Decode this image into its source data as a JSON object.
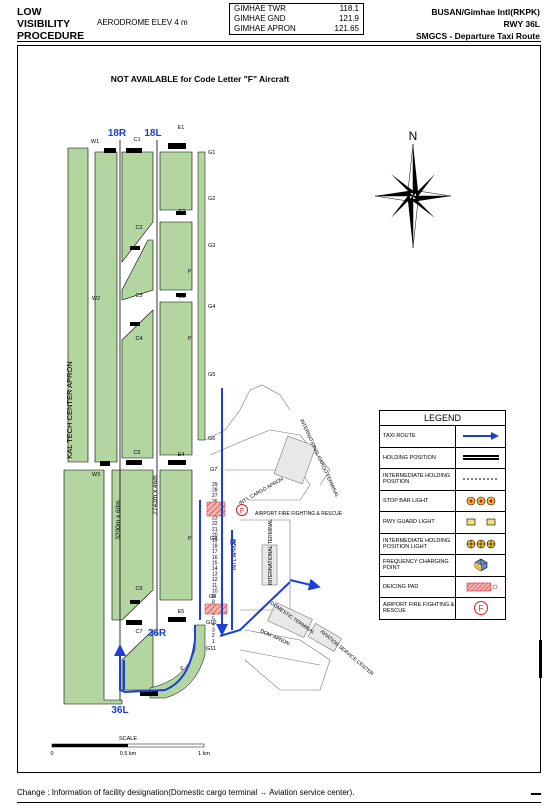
{
  "header": {
    "lvp_line1": "LOW",
    "lvp_line2": "VISIBILITY",
    "lvp_line3": "PROCEDURE",
    "elevation": "AERODROME ELEV 4 m",
    "frequencies": [
      {
        "station": "GIMHAE TWR",
        "freq": "118.1"
      },
      {
        "station": "GIMHAE GND",
        "freq": "121.9"
      },
      {
        "station": "GIMHAE APRON",
        "freq": "121.65"
      }
    ],
    "airport": "BUSAN/Gimhae Intl(RKPK)",
    "runway": "RWY 36L",
    "chart_name": "SMGCS - Departure Taxi Route"
  },
  "notice": "NOT AVAILABLE for Code Letter \"F\" Aircraft",
  "runways": {
    "r18r": "18R",
    "r18l": "18L",
    "r36r": "36R",
    "r36l": "36L"
  },
  "runway_dims": {
    "left": "3200m x 60m",
    "right": "2743m x 46m"
  },
  "apron_kal": "KAL TECH CENTER APRON",
  "taxiways_west": [
    "W1",
    "W2",
    "W3"
  ],
  "taxiways_centre": [
    "C1",
    "C2",
    "C3",
    "C4",
    "C5",
    "C6",
    "C7"
  ],
  "taxiways_east": [
    "E1",
    "E2",
    "E3",
    "E4",
    "E5"
  ],
  "taxiways_g": [
    "G1",
    "G2",
    "G3",
    "G4",
    "G5",
    "G6",
    "G7",
    "G8",
    "G9",
    "G10",
    "G11"
  ],
  "taxiway_misc": {
    "p": "P",
    "r": "R",
    "s": "S"
  },
  "buildings": {
    "intl_cargo_terminal": "INTERNATIONAL CARGO TERMINAL",
    "intl_cargo_apron": "INT'L CARGO APRON",
    "fire_station": "AIRPORT FIRE FIGHTING & RESCUE",
    "intl_terminal": "INTERNATIONAL TERMINAL",
    "intl_apron": "INT'L APRON",
    "domestic_terminal": "DOMESTIC TERMINAL",
    "dom_apron": "DOM' APRON",
    "aviation_center": "AVIATION SERVICE CENTER"
  },
  "stands_labels": [
    "29",
    "28",
    "27",
    "26",
    "25",
    "24",
    "23",
    "22",
    "21",
    "20",
    "19",
    "18",
    "17",
    "16",
    "15",
    "14",
    "13",
    "12",
    "11",
    "10",
    "9",
    "8",
    "7",
    "6",
    "5",
    "4",
    "3",
    "2",
    "1"
  ],
  "compass_n": "N",
  "scale": {
    "title": "SCALE",
    "t0": "0",
    "t1": "0.5 km",
    "t2": "1 km"
  },
  "legend": {
    "title": "LEGEND",
    "items": [
      {
        "label": "TAXI ROUTE",
        "symbol": "arrow"
      },
      {
        "label": "HOLDING POSITION",
        "symbol": "holding"
      },
      {
        "label": "INTERMEDIATE HOLDING POSITION",
        "symbol": "intermediate"
      },
      {
        "label": "STOP BAR LIGHT",
        "symbol": "stopbar"
      },
      {
        "label": "RWY GUARD LIGHT",
        "symbol": "guard"
      },
      {
        "label": "INTERMEDIATE HOLDING POSITION LIGHT",
        "symbol": "ihpl"
      },
      {
        "label": "FREQUENCY CHARGING POINT",
        "symbol": "freq"
      },
      {
        "label": "DEICING PAD",
        "symbol": "deicing"
      },
      {
        "label": "AIRPORT FIRE FIGHTING & RESCUE",
        "symbol": "fire"
      }
    ]
  },
  "colors": {
    "grass": "#b3d6a1",
    "route": "#1c3fd6",
    "deicing": "#e07070",
    "fire": "#e01818"
  },
  "footer": "Change : Information of facility designation(Domestic cargo terminal → Aviation service center)."
}
